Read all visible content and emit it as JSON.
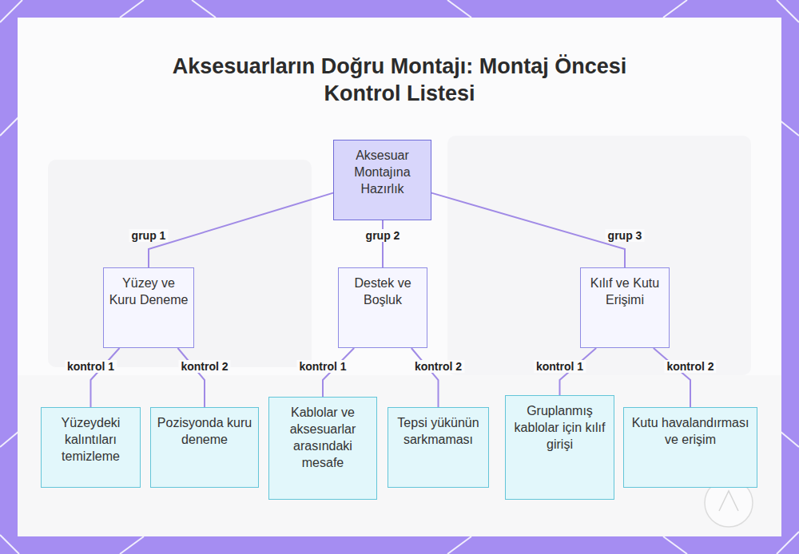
{
  "diagram": {
    "title": "Aksesuarların Doğru Montajı: Montaj Öncesi Kontrol Listesi",
    "nodes": [
      {
        "text": [
          "Aksesuar Montajına Hazırlık"
        ]
      },
      {
        "text": [
          "Yüzey ve Kuru Deneme"
        ]
      },
      {
        "text": [
          "Destek ve Boşluk"
        ]
      },
      {
        "text": [
          "Kılıf ve Kutu Erişimi"
        ]
      },
      {
        "text": [
          "Yüzeydeki kalıntıları temizleme"
        ]
      },
      {
        "text": [
          "Pozisyonda kuru deneme"
        ]
      },
      {
        "text": [
          "Kablolar ve aksesuarlar arasındaki mesafe"
        ]
      },
      {
        "text": [
          "Tepsi yükünün sarkmaması"
        ]
      },
      {
        "text": [
          "Gruplanmış kablolar için kılıf girişi"
        ]
      },
      {
        "text": [
          "Kutu havalandırması ve erişim"
        ]
      }
    ],
    "edges": [
      {
        "from": 0,
        "to": 1,
        "label": "grup 1",
        "arrow": "none"
      },
      {
        "from": 0,
        "to": 2,
        "label": "grup 2",
        "arrow": "none"
      },
      {
        "from": 0,
        "to": 3,
        "label": "grup 3",
        "arrow": "none"
      },
      {
        "from": 1,
        "to": 4,
        "label": "kontrol 1",
        "arrow": "none"
      },
      {
        "from": 1,
        "to": 5,
        "label": "kontrol 2",
        "arrow": "none"
      },
      {
        "from": 2,
        "to": 6,
        "label": "kontrol 1",
        "arrow": "none"
      },
      {
        "from": 2,
        "to": 7,
        "label": "kontrol 2",
        "arrow": "none"
      },
      {
        "from": 3,
        "to": 8,
        "label": "kontrol 1",
        "arrow": "none"
      },
      {
        "from": 3,
        "to": 9,
        "label": "kontrol 2",
        "arrow": "none"
      }
    ]
  }
}
